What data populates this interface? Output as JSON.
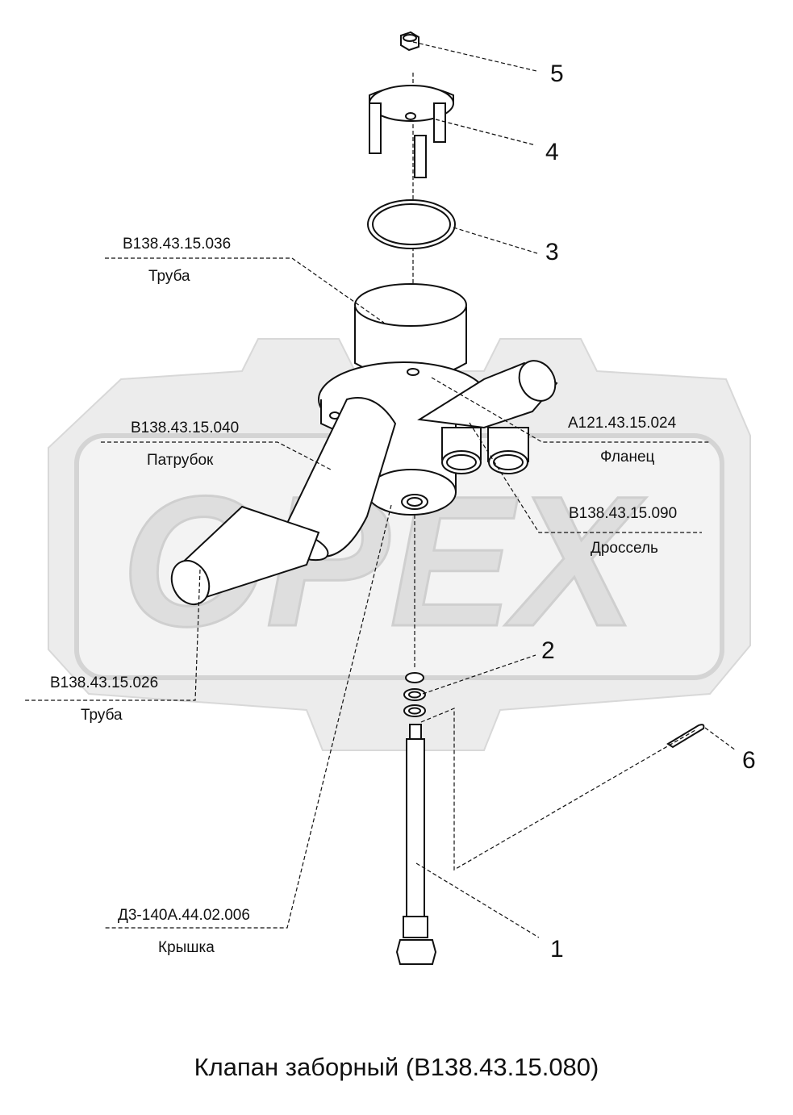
{
  "watermark": {
    "text": "OPEX",
    "color": "#dcdcdc"
  },
  "parts": [
    {
      "code": "В138.43.15.036",
      "name": "Труба"
    },
    {
      "code": "В138.43.15.040",
      "name": "Патрубок"
    },
    {
      "code": "А121.43.15.024",
      "name": "Фланец"
    },
    {
      "code": "В138.43.15.090",
      "name": "Дроссель"
    },
    {
      "code": "В138.43.15.026",
      "name": "Труба"
    },
    {
      "code": "Д3-140А.44.02.006",
      "name": "Крышка"
    }
  ],
  "callouts": [
    "5",
    "4",
    "3",
    "2",
    "6",
    "1"
  ],
  "caption": "Клапан заборный (В138.43.15.080)"
}
